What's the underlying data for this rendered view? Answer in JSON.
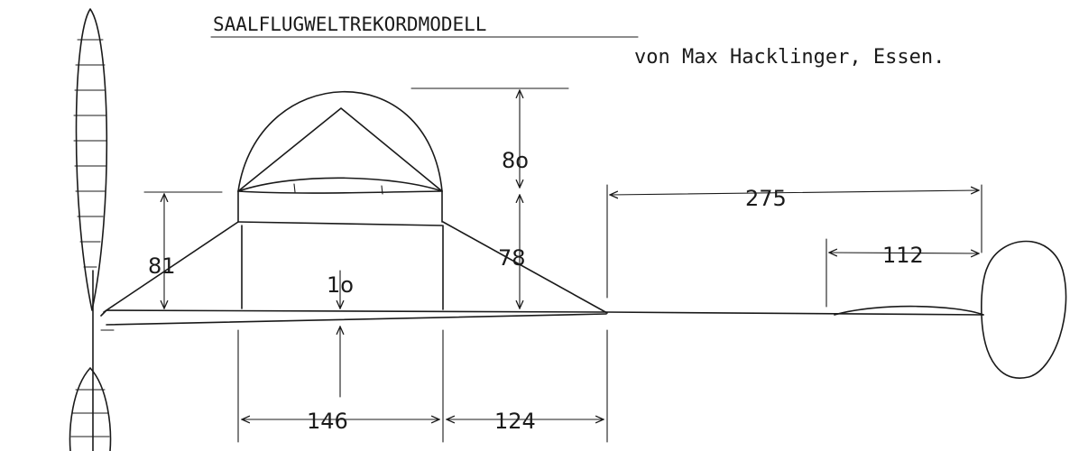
{
  "title": "SAALFLUGWELTREKORDMODELL",
  "author": "von Max Hacklinger, Essen.",
  "dimensions": {
    "wing_height": "8o",
    "wing_span_left": "81",
    "wing_root_height": "78",
    "fuselage_offset": "1o",
    "wing_chord": "146",
    "wing_to_tail": "124",
    "tail_boom": "275",
    "stabilizer_chord": "112"
  },
  "ink_color": "#1a1a1a"
}
